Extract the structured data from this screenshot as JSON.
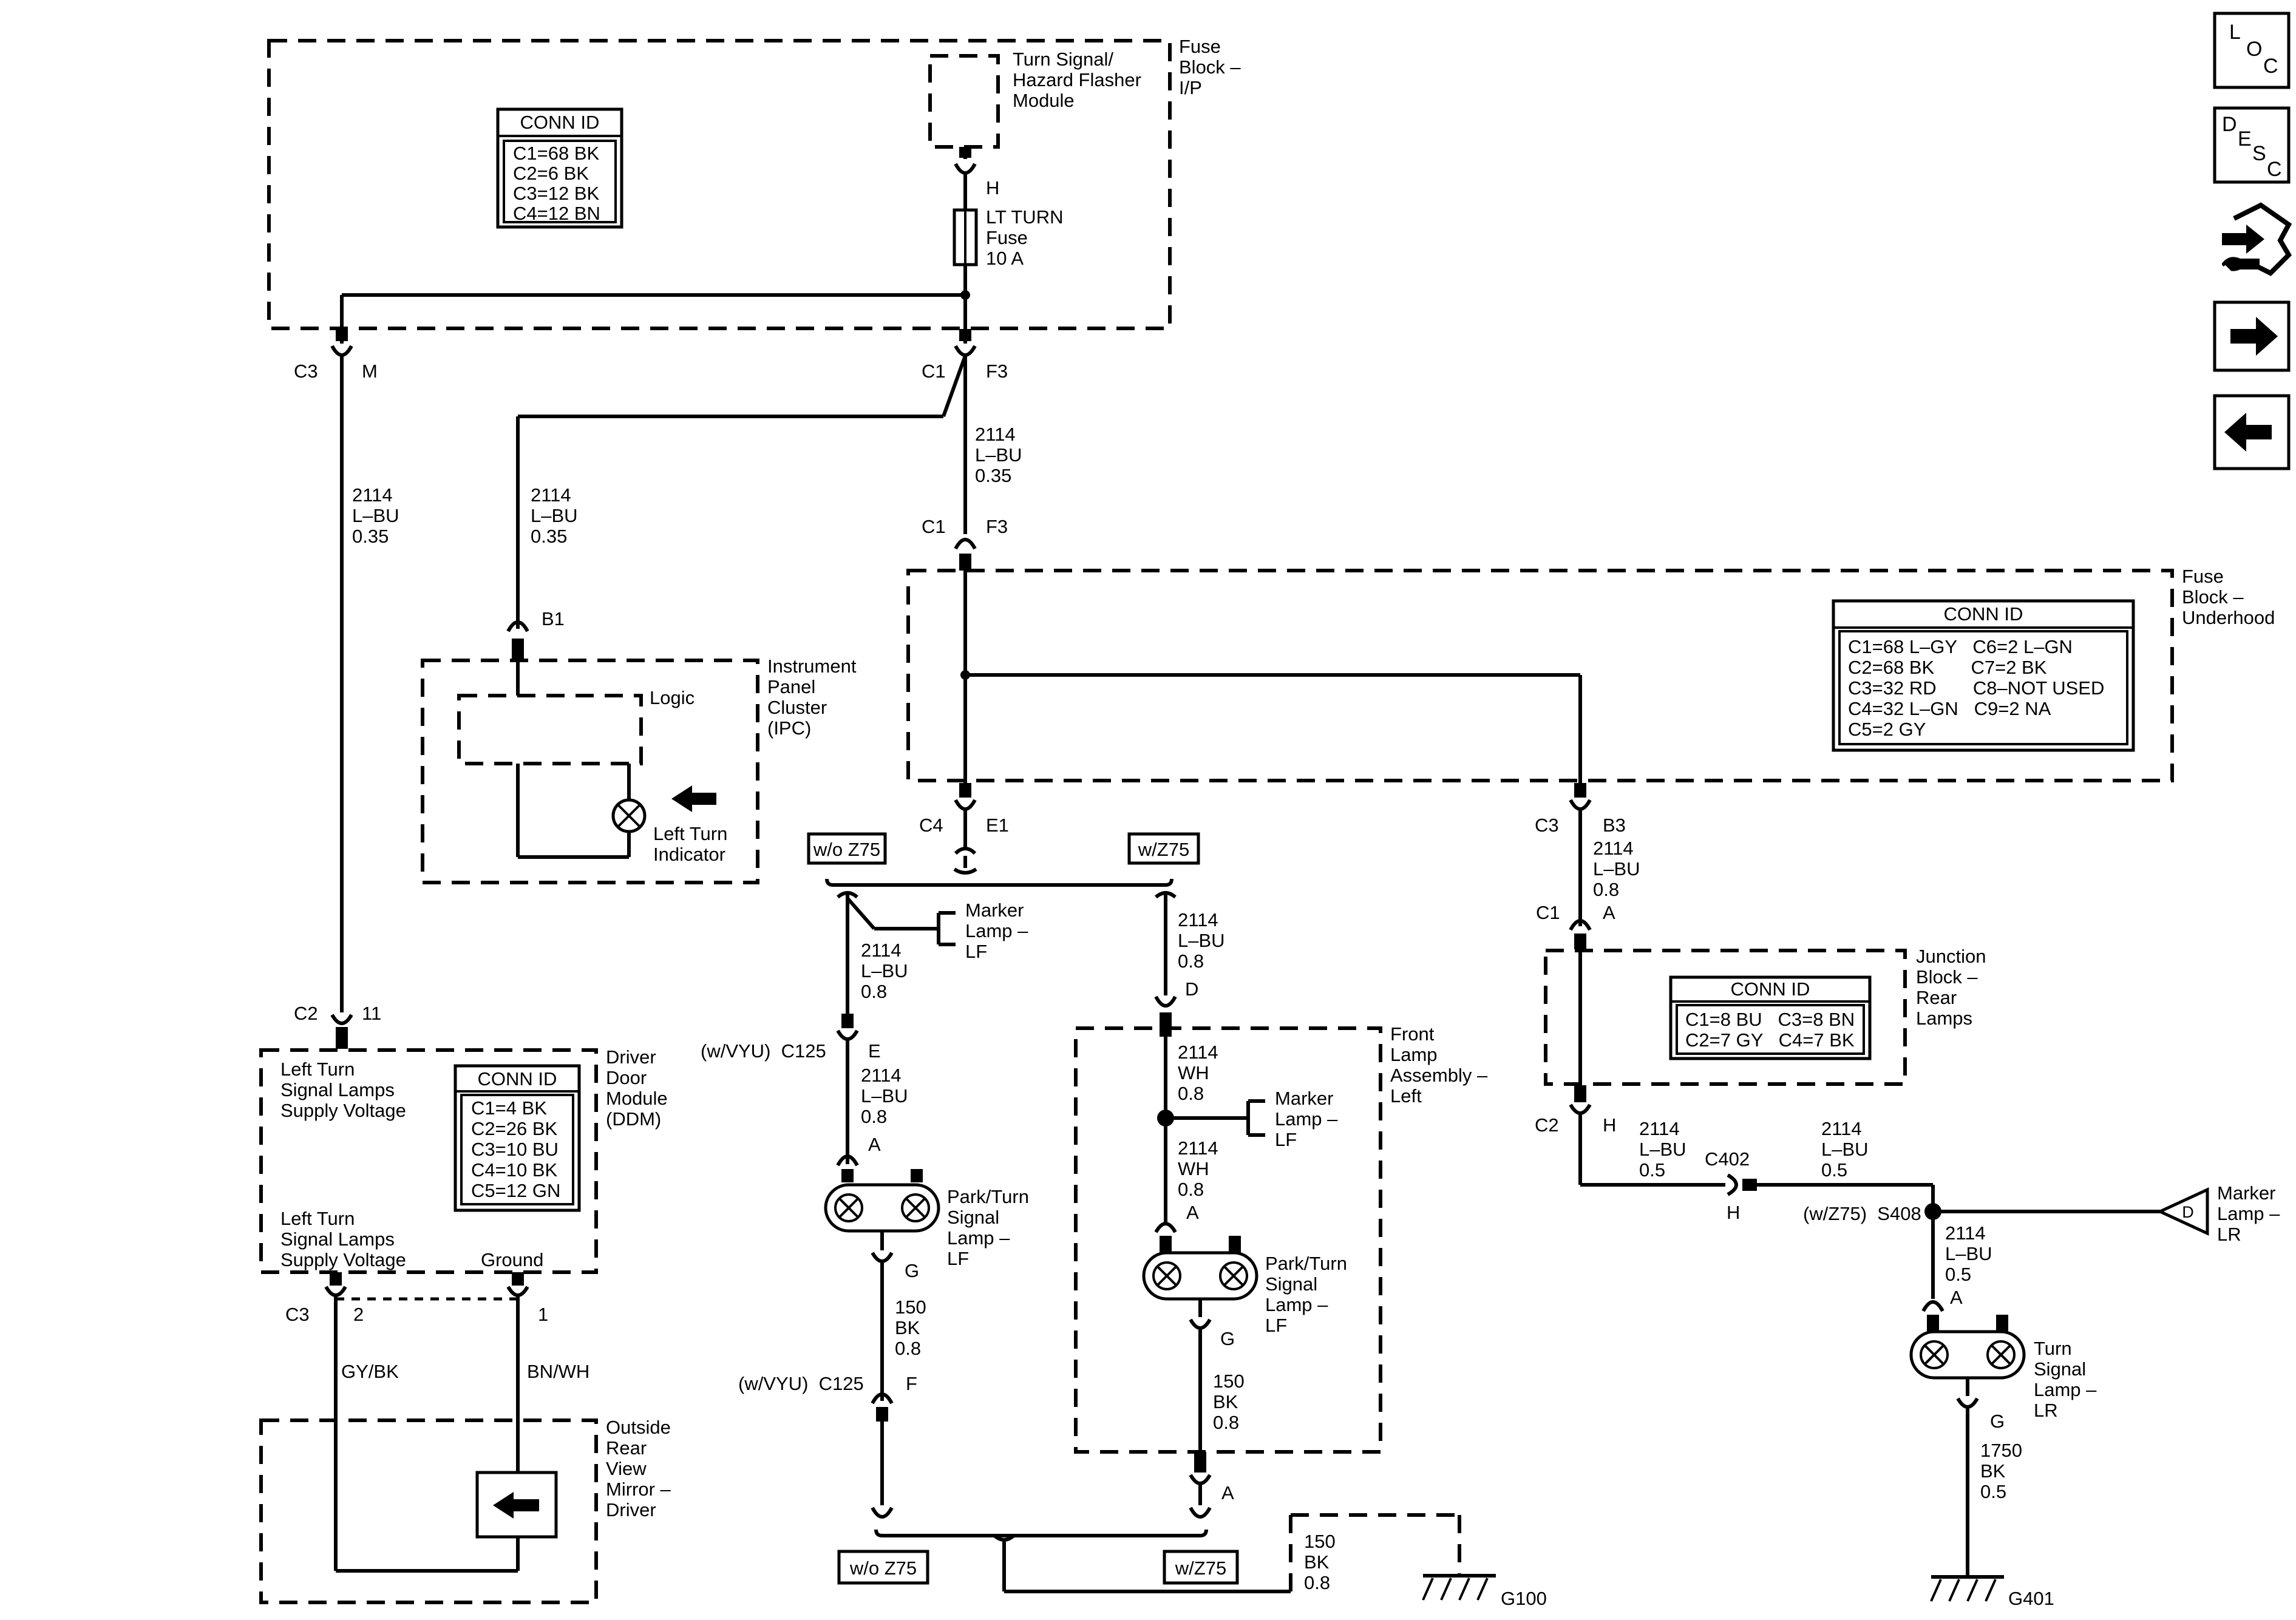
{
  "fuse_block_ip": {
    "label": [
      "Fuse",
      "Block –",
      "I/P"
    ],
    "conn_id": {
      "title": "CONN ID",
      "lines": [
        "C1=68 BK",
        "C2=6 BK",
        "C3=12 BK",
        "C4=12 BN"
      ]
    },
    "flasher": [
      "Turn Signal/",
      "Hazard Flasher",
      "Module"
    ],
    "fuse": [
      "LT TURN",
      "Fuse",
      "10 A"
    ],
    "pin_h": "H"
  },
  "connectors": {
    "c3_m": [
      "C3",
      "M"
    ],
    "c1_f3_top": [
      "C1",
      "F3"
    ],
    "c1_f3_mid": [
      "C1",
      "F3"
    ],
    "b1": "B1",
    "c4_e1": [
      "C4",
      "E1"
    ],
    "c3_b3": [
      "C3",
      "B3"
    ],
    "c1_a": [
      "C1",
      "A"
    ],
    "c2_h": [
      "C2",
      "H"
    ],
    "c2_11": [
      "C2",
      "11"
    ],
    "c3_2": [
      "C3",
      "2"
    ],
    "pin_1": "1",
    "c402": "C402",
    "c402_h": "H",
    "s408": "(w/Z75)  S408"
  },
  "wires": {
    "w_c3": [
      "2114",
      "L–BU",
      "0.35"
    ],
    "w_b1": [
      "2114",
      "L–BU",
      "0.35"
    ],
    "w_f3": [
      "2114",
      "L–BU",
      "0.35"
    ],
    "w_b3": [
      "2114",
      "L–BU",
      "0.8"
    ],
    "w_left_a": [
      "2114",
      "L–BU",
      "0.8"
    ],
    "w_left_b": [
      "2114",
      "L–BU",
      "0.8"
    ],
    "w_left_gnd": [
      "150",
      "BK",
      "0.8"
    ],
    "w_right_a": [
      "2114",
      "L–BU",
      "0.8"
    ],
    "w_wh_a": [
      "2114",
      "WH",
      "0.8"
    ],
    "w_wh_b": [
      "2114",
      "WH",
      "0.8"
    ],
    "w_right_gnd": [
      "150",
      "BK",
      "0.8"
    ],
    "w_bottom": [
      "150",
      "BK",
      "0.8"
    ],
    "w_h_c402": [
      "2114",
      "L–BU",
      "0.5"
    ],
    "w_c402_s408": [
      "2114",
      "L–BU",
      "0.5"
    ],
    "w_s408_lamp": [
      "2114",
      "L–BU",
      "0.5"
    ],
    "w_lr_gnd": [
      "1750",
      "BK",
      "0.5"
    ],
    "gy_bk": "GY/BK",
    "bn_wh": "BN/WH"
  },
  "ipc": {
    "label": [
      "Instrument",
      "Panel",
      "Cluster",
      "(IPC)"
    ],
    "logic": "Logic",
    "indicator": [
      "Left Turn",
      "Indicator"
    ]
  },
  "fuse_block_underhood": {
    "label": [
      "Fuse",
      "Block –",
      "Underhood"
    ],
    "conn_id": {
      "title": "CONN ID",
      "lines": [
        "C1=68 L–GY   C6=2 L–GN",
        "C2=68 BK       C7=2 BK",
        "C3=32 RD       C8–NOT USED",
        "C4=32 L–GN   C9=2 NA",
        "C5=2 GY"
      ]
    }
  },
  "junction_block": {
    "label": [
      "Junction",
      "Block –",
      "Rear",
      "Lamps"
    ],
    "conn_id": {
      "title": "CONN ID",
      "lines": [
        "C1=8 BU   C3=8 BN",
        "C2=7 GY   C4=7 BK"
      ]
    }
  },
  "ddm": {
    "label": [
      "Driver",
      "Door",
      "Module",
      "(DDM)"
    ],
    "supply_top": [
      "Left Turn",
      "Signal Lamps",
      "Supply Voltage"
    ],
    "supply_bottom": [
      "Left Turn",
      "Signal Lamps",
      "Supply Voltage"
    ],
    "ground": "Ground",
    "conn_id": {
      "title": "CONN ID",
      "lines": [
        "C1=4 BK",
        "C2=26 BK",
        "C3=10 BU",
        "C4=10 BK",
        "C5=12 GN"
      ]
    }
  },
  "mirror": {
    "label": [
      "Outside",
      "Rear",
      "View",
      "Mirror –",
      "Driver"
    ]
  },
  "option_tags": {
    "wo_z75_top": "w/o Z75",
    "w_z75_top": "w/Z75",
    "wo_z75_bottom": "w/o Z75",
    "w_z75_bottom": "w/Z75"
  },
  "left_branch": {
    "marker": [
      "Marker",
      "Lamp –",
      "LF"
    ],
    "c125_e": [
      "(w/VYU)  C125",
      "E"
    ],
    "pin_a": "A",
    "lamp": [
      "Park/Turn",
      "Signal",
      "Lamp –",
      "LF"
    ],
    "pin_g": "G",
    "c125_f": [
      "(w/VYU)  C125",
      "F"
    ]
  },
  "front_lamp_assembly": {
    "label": [
      "Front",
      "Lamp",
      "Assembly –",
      "Left"
    ],
    "pin_d": "D",
    "marker": [
      "Marker",
      "Lamp –",
      "LF"
    ],
    "pin_a": "A",
    "lamp": [
      "Park/Turn",
      "Signal",
      "Lamp –",
      "LF"
    ],
    "pin_g": "G",
    "pin_a_bottom": "A"
  },
  "rear": {
    "marker": [
      "Marker",
      "Lamp –",
      "LR"
    ],
    "marker_pin": "D",
    "lamp": [
      "Turn",
      "Signal",
      "Lamp –",
      "LR"
    ],
    "pin_a": "A",
    "pin_g": "G"
  },
  "grounds": {
    "g100": "G100",
    "g401": "G401"
  },
  "nav": {
    "loc": [
      "L",
      "O",
      "C"
    ],
    "desc": [
      "D",
      "E",
      "S",
      "C"
    ],
    "tools_icon": "connector-tools-icon",
    "next_icon": "arrow-right-icon",
    "prev_icon": "arrow-left-icon"
  }
}
